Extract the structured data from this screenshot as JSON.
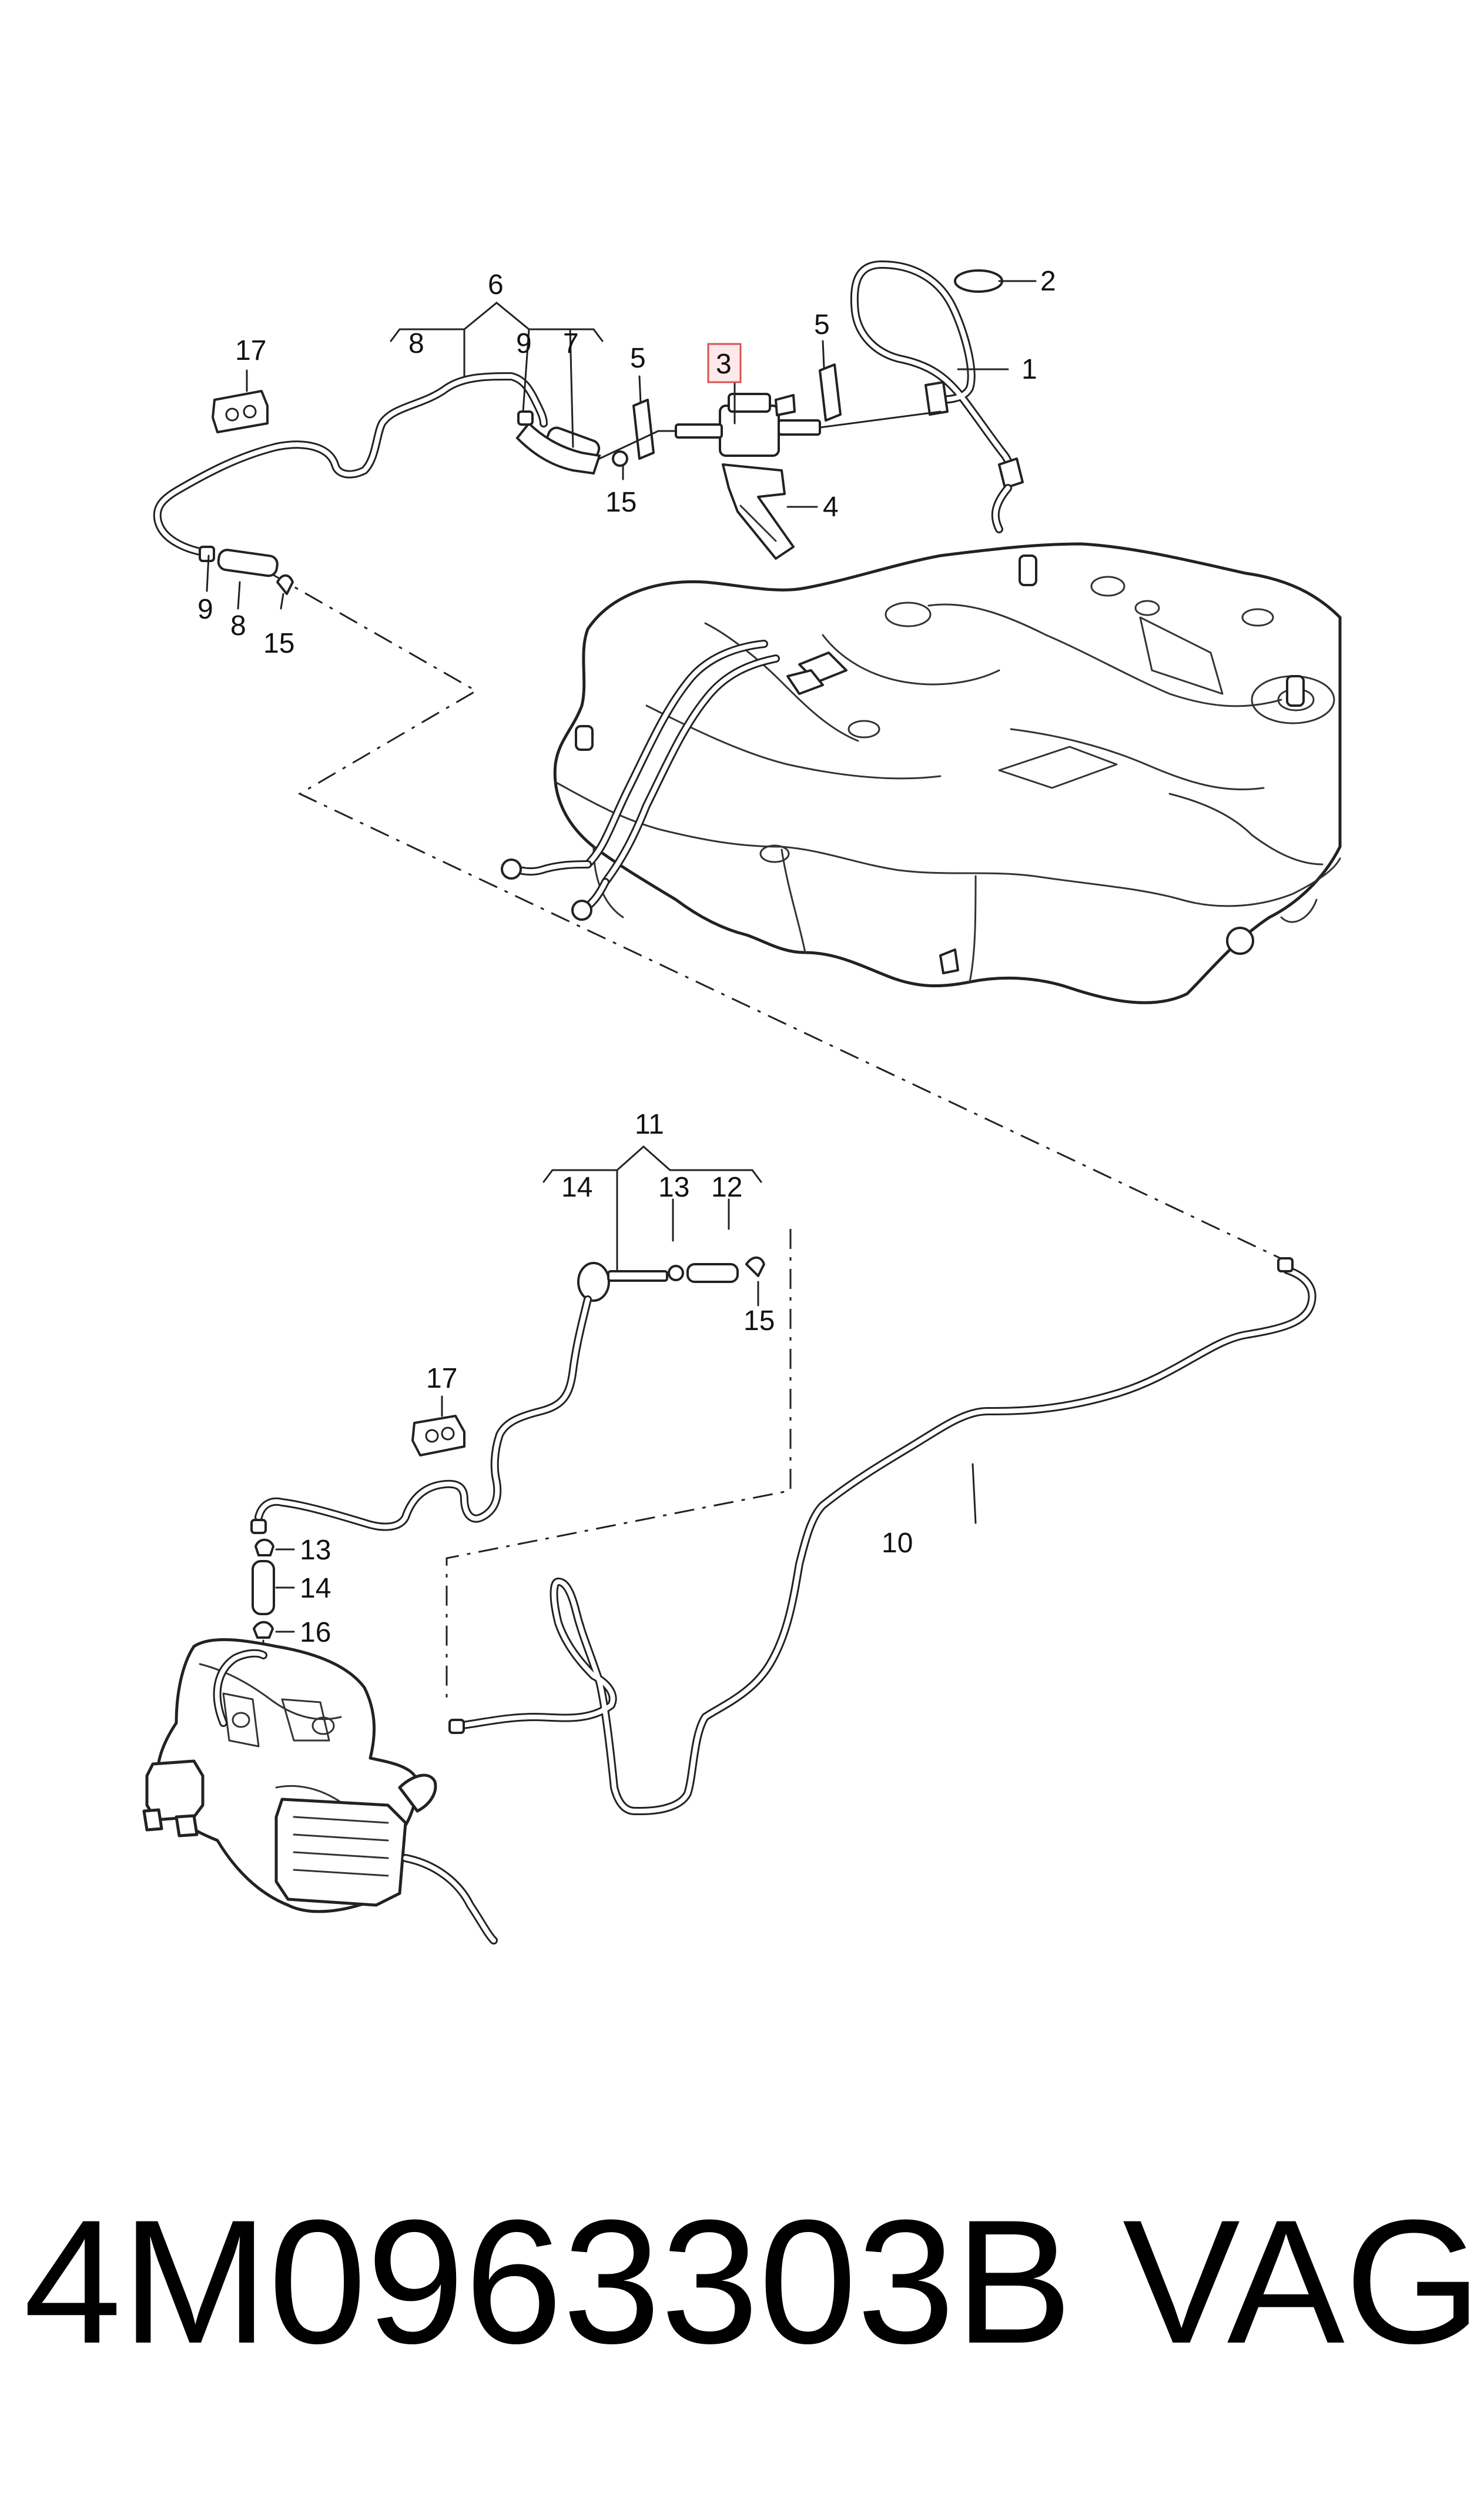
{
  "callouts": {
    "c1": "1",
    "c2": "2",
    "c3": "3",
    "c4": "4",
    "c5a": "5",
    "c5b": "5",
    "c6": "6",
    "c7": "7",
    "c8a": "8",
    "c8b": "8",
    "c9a": "9",
    "c9b": "9",
    "c10": "10",
    "c11": "11",
    "c12": "12",
    "c13a": "13",
    "c13b": "13",
    "c14a": "14",
    "c14b": "14",
    "c15a": "15",
    "c15b": "15",
    "c15c": "15",
    "c16": "16",
    "c17a": "17",
    "c17b": "17"
  },
  "highlighted_part": "3",
  "footer": {
    "part_number": "4M0963303B",
    "brand": "VAG"
  },
  "colors": {
    "highlight_fill": "#fde8ea",
    "highlight_stroke": "#d9534f",
    "line": "#222222"
  }
}
